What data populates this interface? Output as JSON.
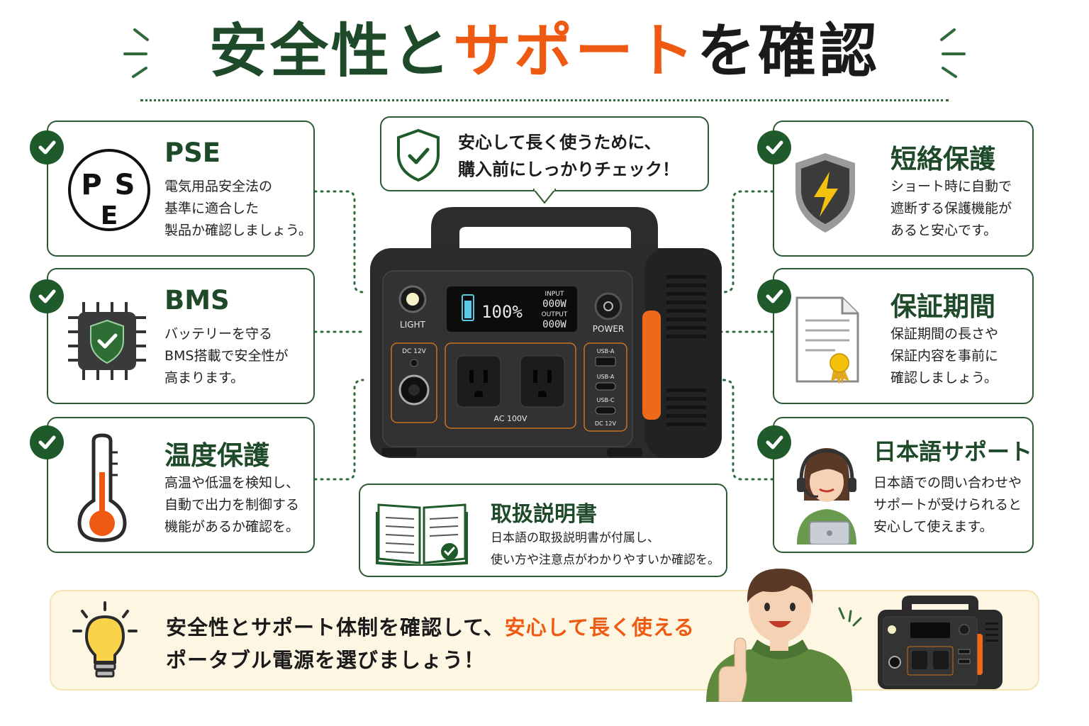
{
  "title": {
    "part1": "安全性と",
    "part2": "サポート",
    "part3": "を確認"
  },
  "colors": {
    "green": "#1f4a2a",
    "orange": "#ee5a12",
    "dark": "#2b2b2b",
    "banner_bg": "#fdf6e2"
  },
  "bubble": {
    "line1": "安心して長く使うために、",
    "line2": "購入前にしっかりチェック！",
    "icon": "shield-check-icon"
  },
  "cards": [
    {
      "title": "PSE",
      "lines": [
        "電気用品安全法の",
        "基準に適合した",
        "製品か確認しましょう。"
      ],
      "icon": "pse-mark-icon",
      "icon_text": [
        "P",
        "S",
        "E"
      ]
    },
    {
      "title": "BMS",
      "lines": [
        "バッテリーを守る",
        "BMS搭載で安全性が",
        "高まります。"
      ],
      "icon": "chip-shield-icon"
    },
    {
      "title": "温度保護",
      "lines": [
        "高温や低温を検知し、",
        "自動で出力を制御する",
        "機能があるか確認を。"
      ],
      "icon": "thermometer-icon"
    },
    {
      "title": "短絡保護",
      "lines": [
        "ショート時に自動で",
        "遮断する保護機能が",
        "あると安心です。"
      ],
      "icon": "lightning-shield-icon"
    },
    {
      "title": "保証期間",
      "lines": [
        "保証期間の長さや",
        "保証内容を事前に",
        "確認しましょう。"
      ],
      "icon": "certificate-icon"
    },
    {
      "title": "日本語サポート",
      "lines": [
        "日本語での問い合わせや",
        "サポートが受けられると",
        "安心して使えます。"
      ],
      "icon": "support-agent-icon"
    }
  ],
  "manual": {
    "title": "取扱説明書",
    "lines": [
      "日本語の取扱説明書が付属し、",
      "使い方や注意点がわかりやすいか確認を。"
    ],
    "icon": "open-book-icon"
  },
  "station": {
    "light": "LIGHT",
    "power": "POWER",
    "battery": "100%",
    "input_label": "INPUT",
    "input_value": "000W",
    "output_label": "OUTPUT",
    "output_value": "000W",
    "dc": "DC 12V",
    "ac": "AC 100V",
    "usb": [
      "USB-A",
      "USB-A",
      "USB-C",
      "DC 12V"
    ]
  },
  "banner": {
    "line1_a": "安全性とサポート体制を確認して、",
    "line1_b": "安心して長く使える",
    "line2": "ポータブル電源を選びましょう！",
    "icon": "lightbulb-icon"
  }
}
